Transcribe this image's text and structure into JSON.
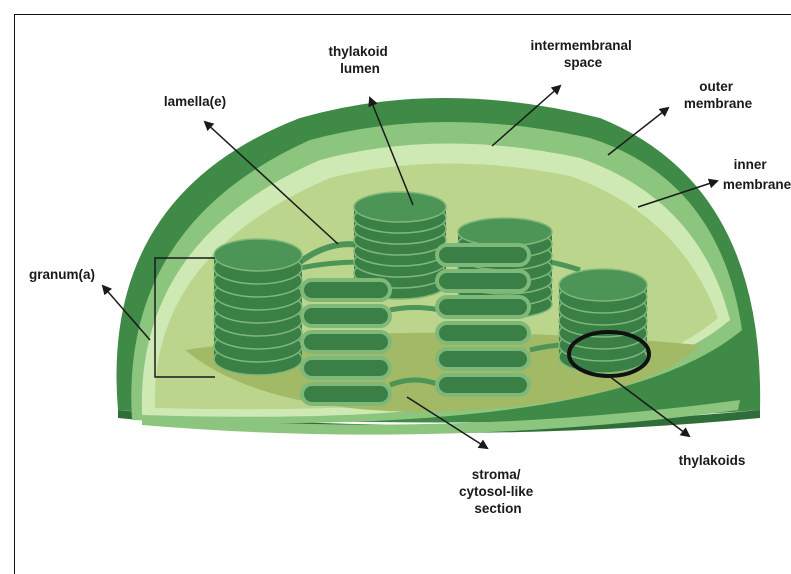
{
  "labels": {
    "thylakoid_lumen": [
      "thylakoid",
      "lumen"
    ],
    "intermembranal_space": [
      "intermembranal",
      "space"
    ],
    "outer_membrane": [
      "outer",
      "membrane"
    ],
    "lamellae": [
      "lamella(e)"
    ],
    "inner_membrane": [
      "inner",
      "membrane"
    ],
    "granum": [
      "granum(a)"
    ],
    "thylakoids": [
      "thylakoids"
    ],
    "stroma": [
      "stroma/",
      "cytosol-like",
      "section"
    ]
  },
  "colors": {
    "outer_membrane": "#3f8a47",
    "intermembrane_space": "#8cc57e",
    "inner_membrane": "#cfe9b5",
    "stroma": "#bcd58d",
    "stroma_floor": "#a2b965",
    "thylakoid_dark": "#3a7f46",
    "thylakoid_mid": "#4d9556",
    "thylakoid_light": "#7fb97a",
    "highlight_ring": "#111111"
  }
}
